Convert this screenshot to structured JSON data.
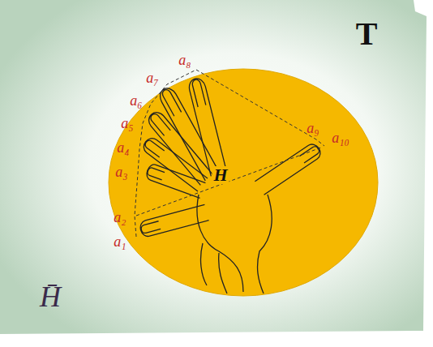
{
  "diagram": {
    "labels": [
      "T",
      "H̄",
      "H",
      "a₁",
      "a₂",
      "a₃",
      "a₄",
      "a₅",
      "a₆",
      "a₇",
      "a₈",
      "a₉",
      "a₁₀"
    ]
  }
}
